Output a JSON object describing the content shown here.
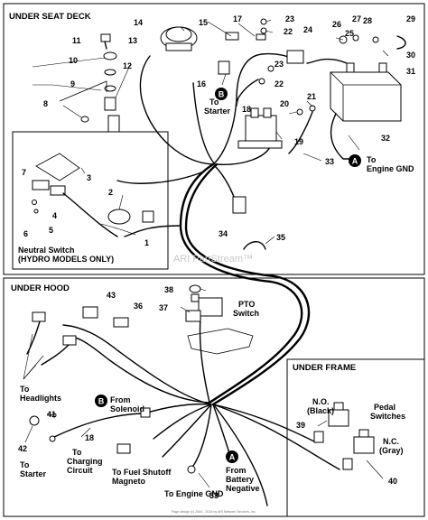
{
  "sections": {
    "seat_deck": "UNDER SEAT DECK",
    "hood": "UNDER HOOD",
    "frame": "UNDER FRAME"
  },
  "neutral_switch": [
    "Neutral Switch",
    "(HYDRO MODELS ONLY)"
  ],
  "labels": {
    "to_starter_top": "To",
    "to_starter_top2": "Starter",
    "to_engine_gnd_top": "To",
    "to_engine_gnd_top2": "Engine GND",
    "pto_switch": [
      "PTO",
      "Switch"
    ],
    "to_headlights": [
      "To",
      "Headlights"
    ],
    "from_solenoid": [
      "From",
      "Solenoid"
    ],
    "to_starter_bottom": [
      "To",
      "Starter"
    ],
    "to_charging": [
      "To",
      "Charging",
      "Circuit"
    ],
    "to_fuel_shutoff": [
      "To Fuel Shutoff",
      "Magneto"
    ],
    "to_engine_gnd_bottom": "To Engine GND",
    "from_battery": [
      "From",
      "Battery",
      "Negative"
    ],
    "no_black": [
      "N.O.",
      "(Black)"
    ],
    "nc_gray": [
      "N.C.",
      "(Gray)"
    ],
    "pedal_switches": [
      "Pedal",
      "Switches"
    ]
  },
  "callouts": {
    "A": "A",
    "B": "B"
  },
  "part_numbers": {
    "n1": "1",
    "n2": "2",
    "n3": "3",
    "n4": "4",
    "n5": "5",
    "n6": "6",
    "n7": "7",
    "n8": "8",
    "n9": "9",
    "n10": "10",
    "n11": "11",
    "n12": "12",
    "n13": "13",
    "n14": "14",
    "n15": "15",
    "n16": "16",
    "n17": "17",
    "n18": "18",
    "n19": "19",
    "n20": "20",
    "n21": "21",
    "n22": "22",
    "n23": "23",
    "n24": "24",
    "n25": "25",
    "n26": "26",
    "n27": "27",
    "n28": "28",
    "n29": "29",
    "n30": "30",
    "n31": "31",
    "n32": "32",
    "n33": "33",
    "n34": "34",
    "n35": "35",
    "n36": "36",
    "n37": "37",
    "n38": "38",
    "n39": "39",
    "n40": "40",
    "n41": "41",
    "n42": "42",
    "n43": "43"
  },
  "watermark": "ARI PartStream™",
  "footer": "Page design (c) 2004 - 2016 by ARI Network Services, Inc."
}
